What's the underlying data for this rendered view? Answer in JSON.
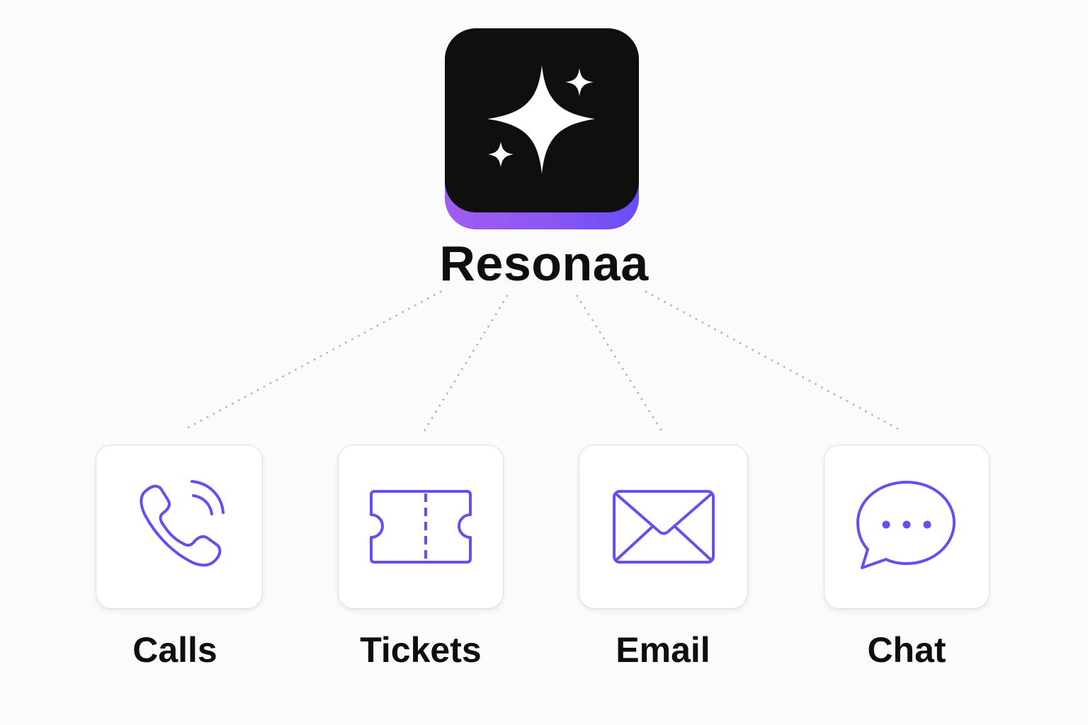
{
  "app": {
    "name": "Resonaa",
    "icon": "sparkles-icon",
    "accent_gradient": [
      "#a15cf1",
      "#6a4cf8"
    ],
    "face_color": "#0f0f0f"
  },
  "channels": [
    {
      "label": "Calls",
      "icon": "phone-icon"
    },
    {
      "label": "Tickets",
      "icon": "ticket-icon"
    },
    {
      "label": "Email",
      "icon": "envelope-icon"
    },
    {
      "label": "Chat",
      "icon": "chat-bubble-icon"
    }
  ],
  "colors": {
    "icon_stroke": "#6a4cf0",
    "connector": "#b9b9b9",
    "text": "#0e0e0e",
    "background": "#fbfbfb"
  }
}
